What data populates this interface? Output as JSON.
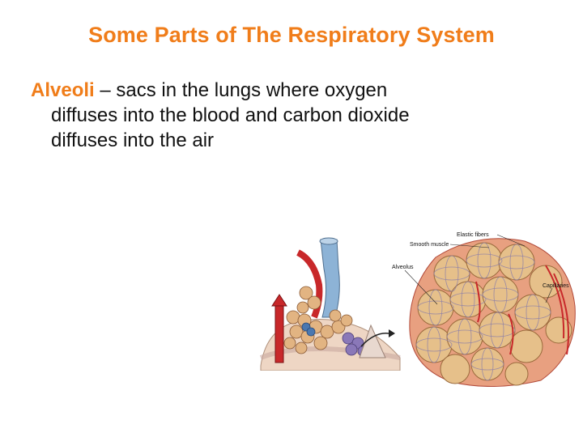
{
  "slide": {
    "title": "Some Parts of The Respiratory System",
    "term": "Alveoli",
    "definition_line1": " – sacs in the lungs where oxygen",
    "definition_line2": "diffuses into the blood and carbon dioxide",
    "definition_line3": "diffuses into the air"
  },
  "illustration": {
    "labels": {
      "elastic_fibers": "Elastic fibers",
      "smooth_muscle": "Smooth muscle",
      "alveolus": "Alveolus",
      "capillaries": "Capillaries"
    }
  },
  "colors": {
    "accent": "#f07d1a",
    "text": "#111111",
    "background": "#ffffff"
  }
}
